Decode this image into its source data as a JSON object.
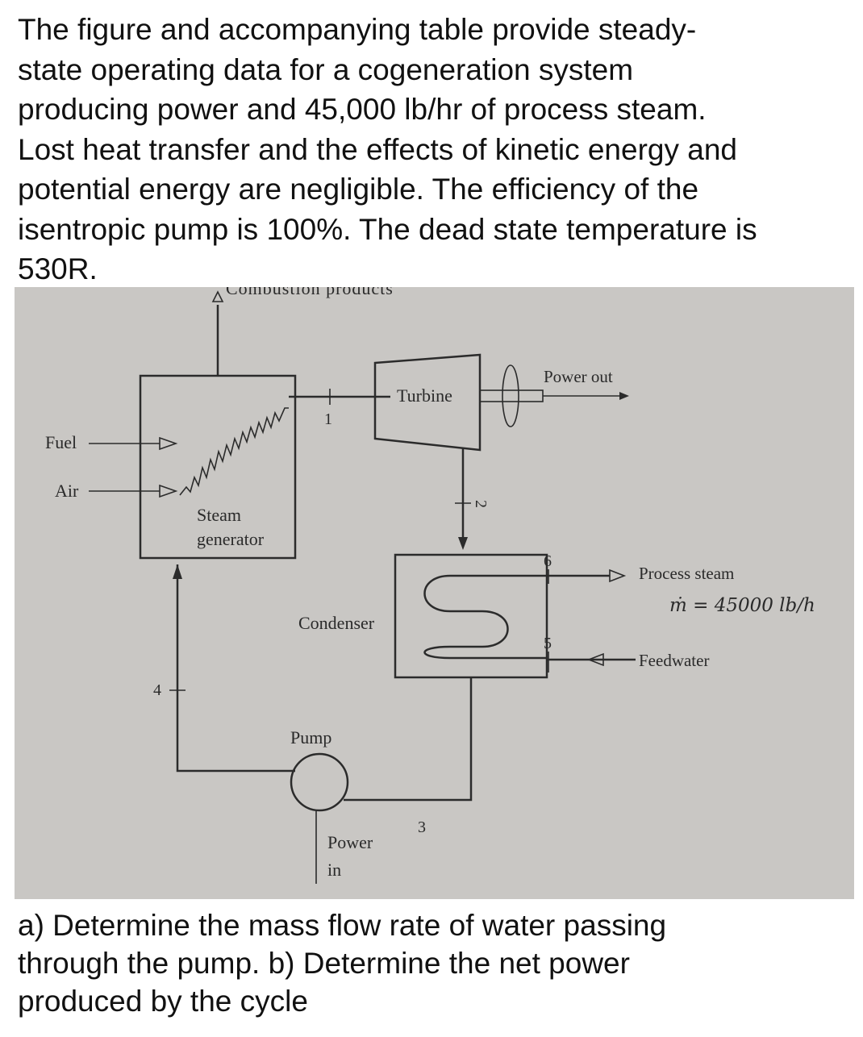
{
  "problem": {
    "lines": [
      "The figure and accompanying table provide steady-",
      "state operating data for a cogeneration system",
      "producing power and 45,000 lb/hr of process steam.",
      "Lost heat transfer and the effects of kinetic energy and",
      "potential energy are negligible. The efficiency of the",
      "isentropic pump is 100%. The dead state temperature is",
      "530R."
    ]
  },
  "diagram": {
    "labels": {
      "combustion_products": "Combustion products",
      "fuel": "Fuel",
      "air": "Air",
      "steam_generator_line1": "Steam",
      "steam_generator_line2": "generator",
      "turbine": "Turbine",
      "power_out": "Power out",
      "condenser": "Condenser",
      "process_steam": "Process steam",
      "mass_flow": "ṁ = 45000 lb/h",
      "feedwater": "Feedwater",
      "pump": "Pump",
      "power_in_line1": "Power",
      "power_in_line2": "in"
    },
    "states": [
      "1",
      "2",
      "3",
      "4",
      "5",
      "6"
    ]
  },
  "questions": {
    "lines": [
      "a) Determine the mass flow rate of water passing",
      "through the pump. b) Determine the net power",
      "produced by the cycle"
    ]
  },
  "colors": {
    "diagram_background": "#c9c7c4",
    "line": "#2b2b2b",
    "text": "#111111"
  }
}
